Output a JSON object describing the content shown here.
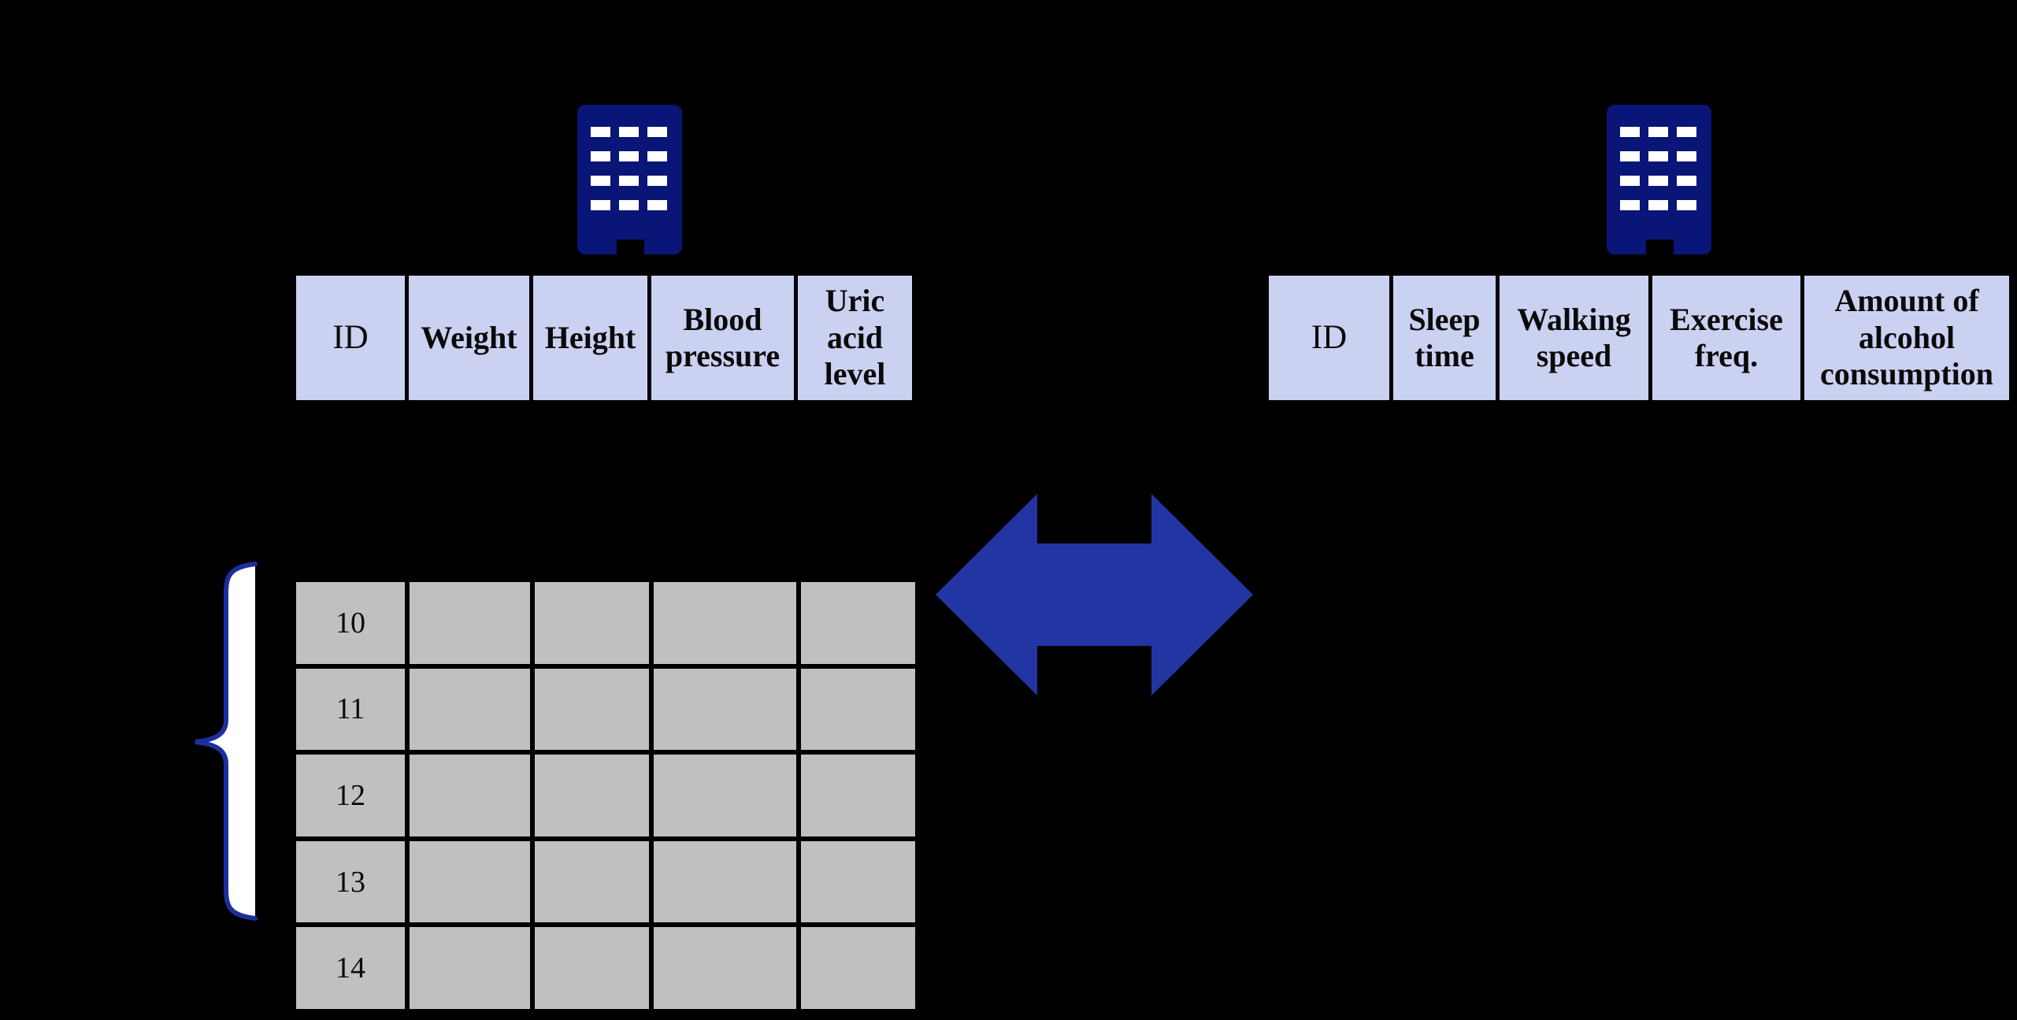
{
  "figure": {
    "description": "Two organizations' feature tables linked by a double-headed arrow, with a gray table of sample rows 10-14 marked by a curly brace",
    "left_org": {
      "icon": "building-icon",
      "table_columns": [
        "ID",
        "Weight",
        "Height",
        "Blood pressure",
        "Uric acid level"
      ]
    },
    "right_org": {
      "icon": "building-icon",
      "table_columns": [
        "ID",
        "Sleep time",
        "Walking speed",
        "Exercise freq.",
        "Amount of alcohol consumption"
      ]
    },
    "sample_table": {
      "row_ids": [
        "10",
        "11",
        "12",
        "13",
        "14"
      ],
      "column_count": 5,
      "non_id_cells": "empty"
    },
    "icons": {
      "arrow": "double-headed-arrow-icon",
      "brace": "left-curly-brace-icon"
    },
    "colors": {
      "background": "#000000",
      "building": "#0A1578",
      "building_window": "#FFFFFF",
      "header_cell_fill": "#CBD1F1",
      "data_cell_fill": "#C0C0C0",
      "table_border": "#000000",
      "arrow_fill": "#2235A3",
      "brace_stroke": "#1C2F9C",
      "brace_fill": "#FFFFFF",
      "text": "#000000"
    }
  }
}
